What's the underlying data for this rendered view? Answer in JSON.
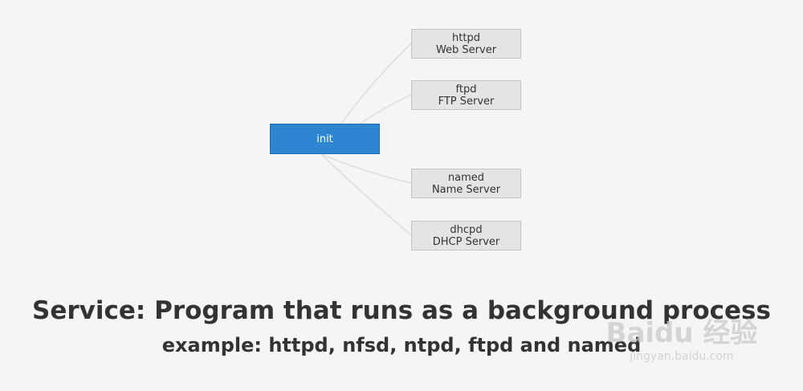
{
  "diagram": {
    "root": {
      "label": "init"
    },
    "children": [
      {
        "name": "httpd",
        "description": "Web Server"
      },
      {
        "name": "ftpd",
        "description": "FTP Server"
      },
      {
        "name": "named",
        "description": "Name Server"
      },
      {
        "name": "dhcpd",
        "description": "DHCP Server"
      }
    ]
  },
  "caption": {
    "title": "Service: Program that runs as a background process",
    "subtitle": "example: httpd, nfsd, ntpd, ftpd and named"
  },
  "watermark": {
    "logo": "Baidu 经验",
    "url": "jingyan.baidu.com"
  },
  "colors": {
    "background": "#f5f5f5",
    "root_fill": "#2e86d3",
    "child_fill": "#e4e4e4",
    "connector": "#e2e2e2",
    "text": "#333333"
  }
}
